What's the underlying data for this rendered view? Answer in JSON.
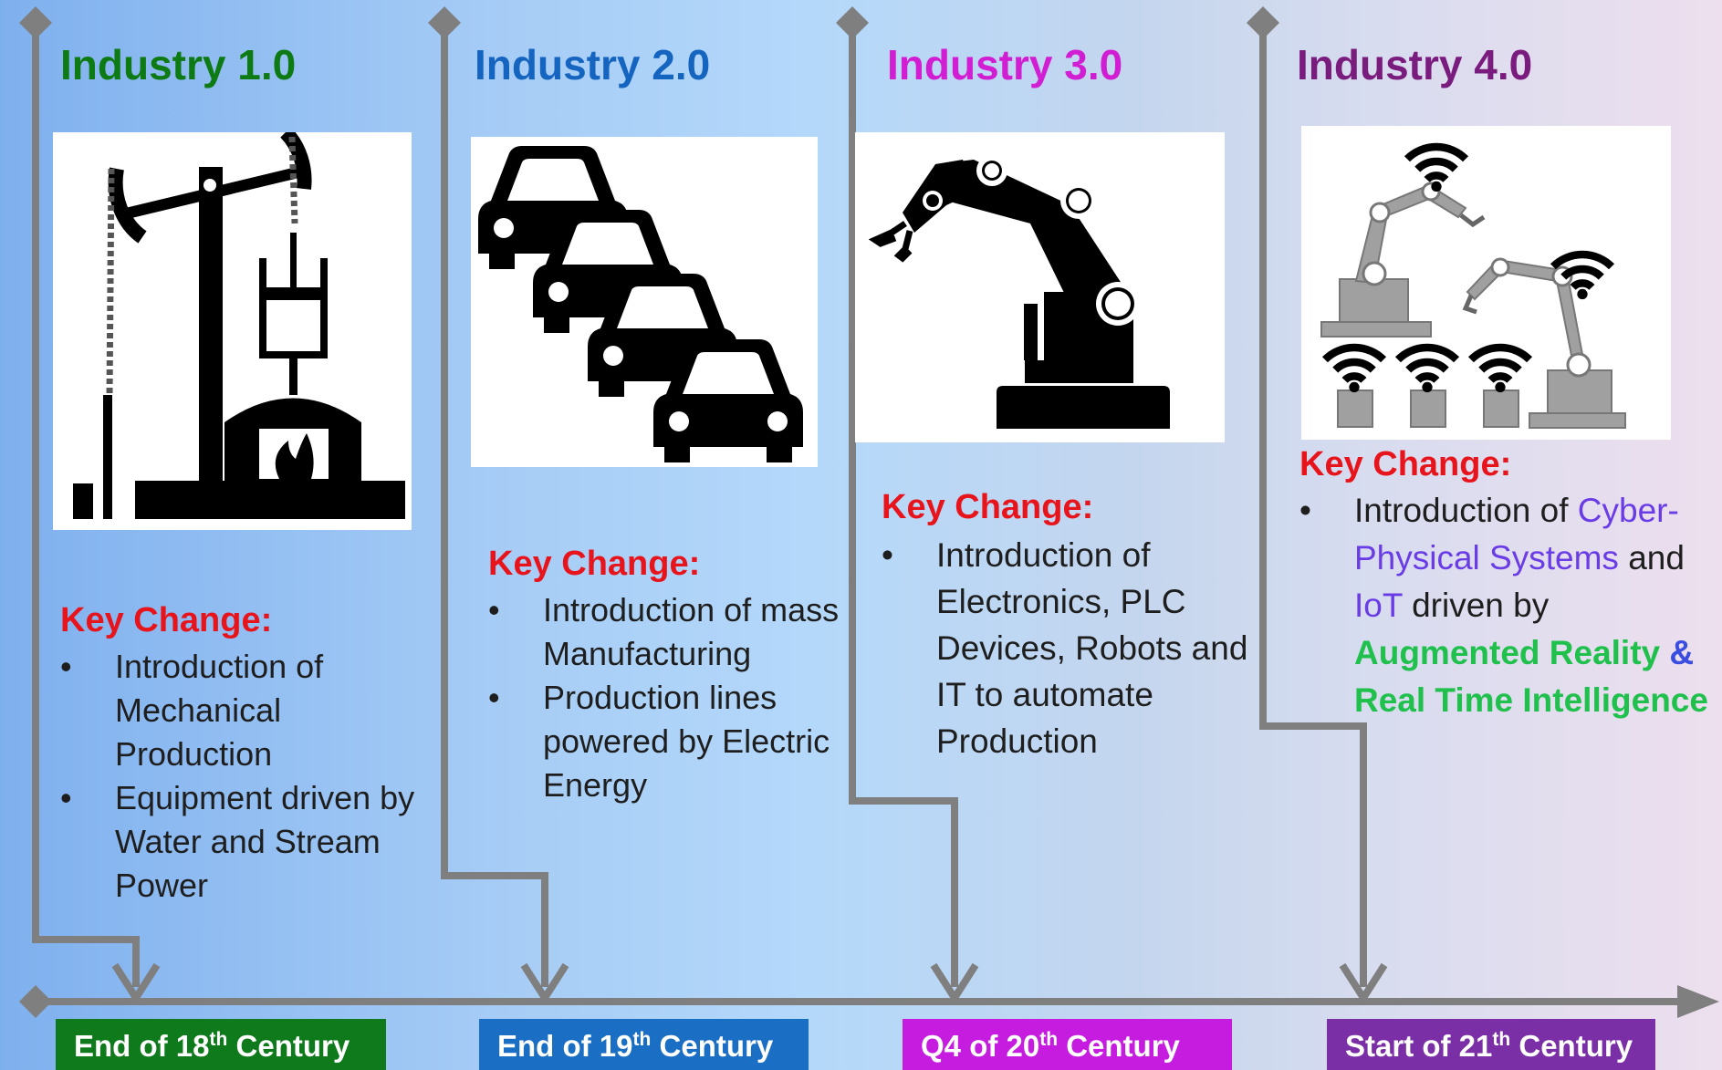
{
  "colors": {
    "industry1": "#0d7a14",
    "industry2": "#1565c0",
    "industry3": "#d21ed2",
    "industry4": "#7a1c7e",
    "key_change": "#e8141c",
    "era1": "#0f7a1c",
    "era2": "#1a6fc4",
    "era3": "#c51ce0",
    "era4": "#7a2fa6",
    "connector": "#7f7f7f"
  },
  "stages": [
    {
      "title": "Industry 1.0",
      "icon": "oil-pump-steam-engine-icon",
      "key_change_label": "Key Change:",
      "bullets": [
        "Introduction of Mechanical Production",
        "Equipment driven by Water and Stream Power"
      ],
      "era": {
        "prefix": "End of 18",
        "sup": "th",
        "suffix": " Century"
      }
    },
    {
      "title": "Industry 2.0",
      "icon": "car-assembly-line-icon",
      "key_change_label": "Key Change:",
      "bullets": [
        "Introduction of mass Manufacturing",
        "Production lines powered by Electric Energy"
      ],
      "era": {
        "prefix": "End of 19",
        "sup": "th",
        "suffix": " Century"
      }
    },
    {
      "title": "Industry 3.0",
      "icon": "robotic-arm-icon",
      "key_change_label": "Key Change:",
      "bullets": [
        "Introduction of Electronics, PLC Devices, Robots and IT to automate Production"
      ],
      "era": {
        "prefix": "Q4 of 20",
        "sup": "th",
        "suffix": " Century"
      }
    },
    {
      "title": "Industry 4.0",
      "icon": "connected-robots-wifi-icon",
      "key_change_label": "Key Change:",
      "bullet4": {
        "t1": "Introduction of ",
        "t2": "Cyber-Physical Systems",
        "t3": " and ",
        "t4": "IoT",
        "t5": " driven by ",
        "t6": "Augmented Reality",
        "t7": " & ",
        "t8": "Real Time Intelligence"
      },
      "era": {
        "prefix": "Start of 21",
        "sup": "th",
        "suffix": " Century"
      }
    }
  ]
}
